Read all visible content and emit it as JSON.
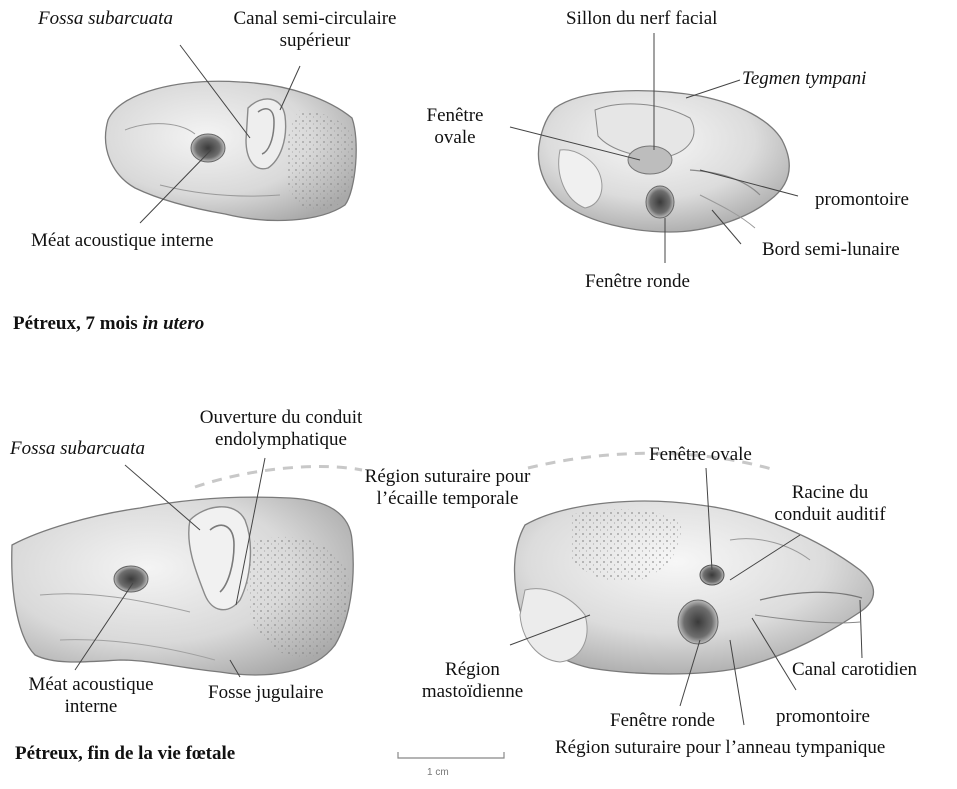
{
  "fig1": {
    "caption_main": "Pétreux, 7 mois ",
    "caption_italic": "in utero",
    "left_view": {
      "fossa": "Fossa subarcuata",
      "canal_l1": "Canal semi-circulaire",
      "canal_l2": "supérieur",
      "meatus": "Méat acoustique interne"
    },
    "right_view": {
      "sillon": "Sillon du nerf facial",
      "tegmen": "Tegmen tympani",
      "fenetre_ovale_l1": "Fenêtre",
      "fenetre_ovale_l2": "ovale",
      "promontoire": "promontoire",
      "bord": "Bord semi-lunaire",
      "fenetre_ronde": "Fenêtre ronde"
    }
  },
  "fig2": {
    "caption": "Pétreux, fin de la vie fœtale",
    "left_view": {
      "ouverture_l1": "Ouverture du conduit",
      "ouverture_l2": "endolymphatique",
      "fossa": "Fossa subarcuata",
      "meatus_l1": "Méat acoustique",
      "meatus_l2": "interne",
      "fosse_jugulaire": "Fosse jugulaire"
    },
    "center": {
      "suturaire_l1": "Région suturaire pour",
      "suturaire_l2": "l’écaille temporale"
    },
    "right_view": {
      "fenetre_ovale": "Fenêtre ovale",
      "racine_l1": "Racine du",
      "racine_l2": "conduit auditif",
      "region_mast_l1": "Région",
      "region_mast_l2": "mastoïdienne",
      "canal_carotidien": "Canal carotidien",
      "fenetre_ronde": "Fenêtre ronde",
      "promontoire": "promontoire",
      "anneau": "Région suturaire pour l’anneau tympanique"
    },
    "scale_bar": "1 cm"
  }
}
